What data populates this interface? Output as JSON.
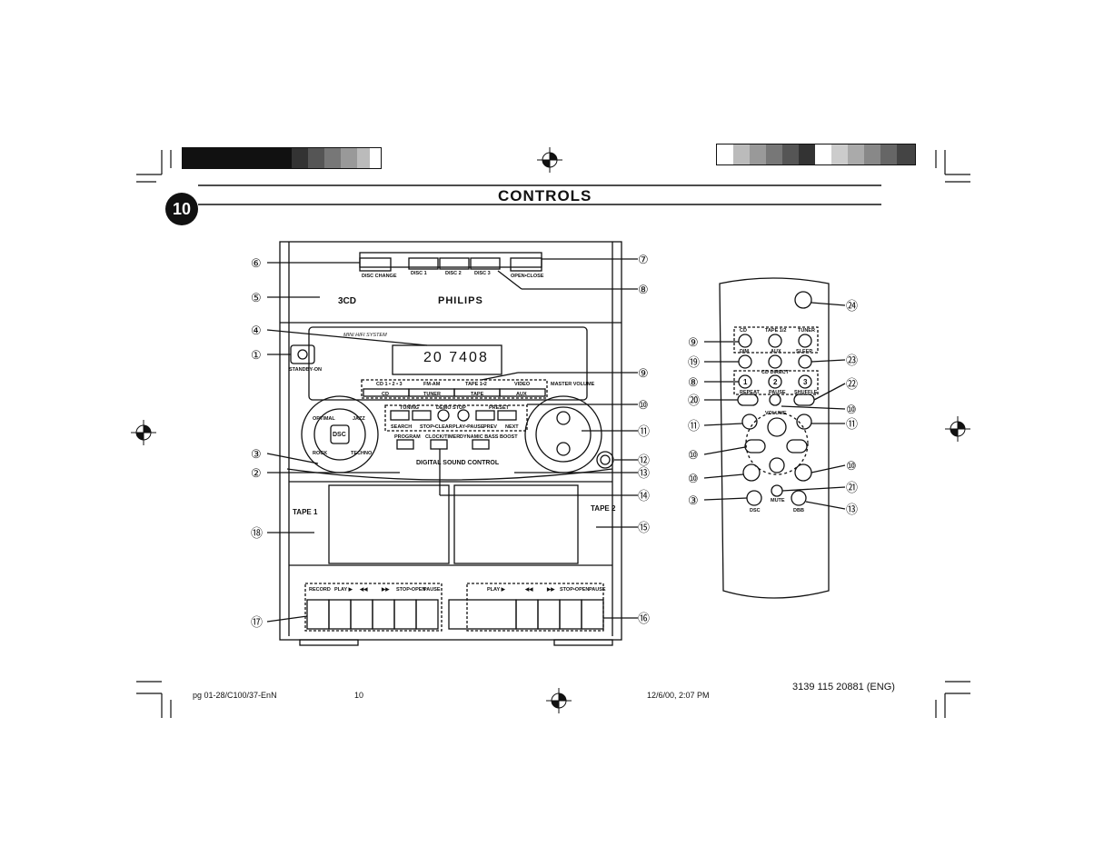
{
  "header": {
    "page_number": "10",
    "title": "CONTROLS"
  },
  "main_unit": {
    "disc_change": "DISC CHANGE",
    "disc1": "DISC 1",
    "disc2": "DISC 2",
    "disc3": "DISC 3",
    "open_close": "OPEN•CLOSE",
    "brand": "PHILIPS",
    "three_cd": "3CD",
    "mini_hifi": "MINI HIFI SYSTEM",
    "standby_on": "STANDBY-ON",
    "display_digits": "20  7408",
    "src_labels_top": [
      "CD 1 • 2 • 3",
      "FM-AM",
      "TAPE 1•2",
      "VIDEO"
    ],
    "src_labels": [
      "CD",
      "TUNER",
      "TAPE",
      "AUX"
    ],
    "master_volume": "MASTER VOLUME",
    "transport_top": [
      "TUNING",
      "DEMO STOP",
      "PRESET"
    ],
    "transport_bottom": [
      "SEARCH",
      "STOP•CLEAR",
      "PLAY•PAUSE",
      "PREV",
      "NEXT"
    ],
    "dsc": "DSC",
    "dsc_ring": [
      "OPTIMAL",
      "JAZZ",
      "ROCK",
      "TECHNO"
    ],
    "program": "PROGRAM",
    "clock_timer": "CLOCK/TIMER",
    "dbb": "DYNAMIC BASS BOOST",
    "dsc_control": "DIGITAL SOUND CONTROL",
    "tape1": "TAPE 1",
    "tape2": "TAPE 2",
    "deck1_labels": [
      "RECORD",
      "PLAY ▶",
      "◀◀",
      "▶▶",
      "STOP•OPEN",
      "PAUSE"
    ],
    "deck2_labels": [
      "PLAY ▶",
      "◀◀",
      "▶▶",
      "STOP•OPEN",
      "PAUSE"
    ]
  },
  "remote": {
    "src_row": [
      "CD",
      "TAPE 1/2",
      "TUNER"
    ],
    "dim": "DIM",
    "aux": "AUX",
    "sleep": "SLEEP",
    "cd_direct": "CD DIRECT",
    "discs": [
      "1",
      "2",
      "3"
    ],
    "repeat": "REPEAT",
    "pause": "PAUSE",
    "shuffle": "SHUFFLE",
    "volume": "VOLUME",
    "dsc": "DSC",
    "mute": "MUTE",
    "dbb": "DBB"
  },
  "callouts_left": [
    "⑥",
    "⑤",
    "④",
    "①",
    "③",
    "②",
    "⑱",
    "⑰"
  ],
  "callouts_right": [
    "⑦",
    "⑧",
    "⑨",
    "⑩",
    "⑪",
    "⑫",
    "⑬",
    "⑭",
    "⑮",
    "⑯"
  ],
  "remote_left": [
    "⑨",
    "⑲",
    "⑧",
    "⑳",
    "⑪",
    "⑩",
    "⑩",
    "③"
  ],
  "remote_right": [
    "㉔",
    "㉓",
    "㉒",
    "⑩",
    "⑪",
    "⑩",
    "㉑",
    "⑬"
  ],
  "footer": {
    "doc_ref": "pg 01-28/C100/37-EnN",
    "page": "10",
    "date": "12/6/00, 2:07 PM",
    "code": "3139 115 20881 (ENG)"
  }
}
